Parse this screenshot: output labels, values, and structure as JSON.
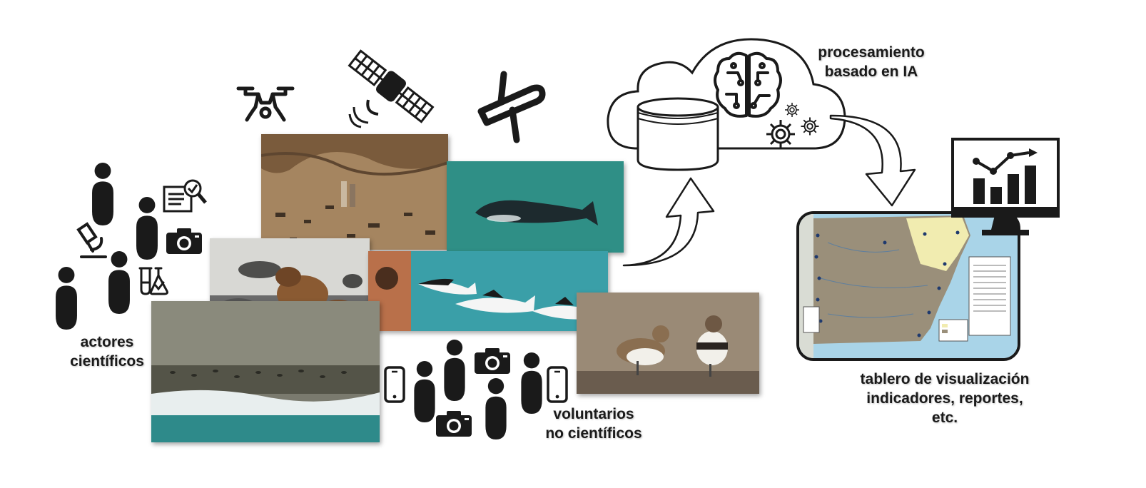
{
  "labels": {
    "scientific_actors": [
      "actores",
      "científicos"
    ],
    "ai_processing": [
      "procesamiento",
      "basado en IA"
    ],
    "volunteers": [
      "voluntarios",
      "no científicos"
    ],
    "dashboard": [
      "tablero de visualización",
      "indicadores, reportes,",
      "etc."
    ]
  },
  "colors": {
    "icon": "#1a1a1a",
    "sea": "#2f8f86",
    "sand": "#a58560",
    "map_land": "#9a8f7a",
    "map_highlight": "#f1ecb0",
    "map_sea": "#a9d4e8"
  },
  "icons": [
    "person-icon",
    "microscope-icon",
    "flask-icon",
    "document-search-icon",
    "camera-icon",
    "phone-icon",
    "drone-icon",
    "satellite-icon",
    "airplane-icon",
    "cloud-icon",
    "database-icon",
    "brain-circuit-icon",
    "gear-icon",
    "arrow-icon",
    "monitor-icon",
    "bar-chart-icon"
  ],
  "photos": [
    "beach-survey-photo",
    "whale-aerial-photo",
    "sea-lions-photo",
    "dolphins-photo",
    "shoreline-aerial-photo",
    "plovers-photo"
  ]
}
